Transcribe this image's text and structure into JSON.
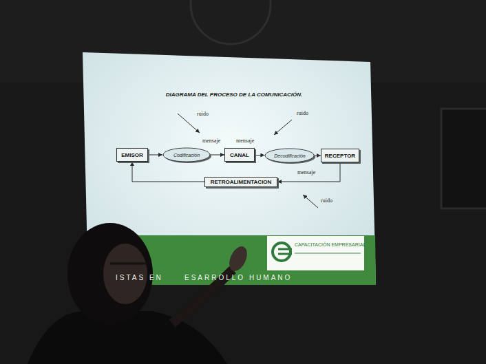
{
  "diagram": {
    "title": "DIAGRAMA DEL PROCESO DE LA COMUNICACIÓN.",
    "nodes": [
      {
        "text": [
          "EMISOR"
        ]
      },
      {
        "text": [
          "Codificación"
        ]
      },
      {
        "text": [
          "CANAL"
        ]
      },
      {
        "text": [
          "Decodificación"
        ]
      },
      {
        "text": [
          "RECEPTOR"
        ]
      },
      {
        "text": [
          "RETROALIMENTACION"
        ]
      }
    ],
    "edges": [
      {
        "from": 0,
        "to": 1,
        "arrow": "to"
      },
      {
        "from": 1,
        "to": 2,
        "arrow": "to"
      },
      {
        "from": 2,
        "to": 3,
        "arrow": "to"
      },
      {
        "from": 3,
        "to": 4,
        "arrow": "to"
      },
      {
        "from": 4,
        "to": 5,
        "arrow": "to"
      },
      {
        "from": 5,
        "to": 0,
        "arrow": "to"
      }
    ],
    "labels": [
      "ruido",
      "ruido",
      "mensaje",
      "mensaje",
      "mensaje",
      "ruido",
      "ISTAS EN",
      "ESARROLLO HUMANO",
      "CAPACITACIÓN EMPRESARIAL"
    ]
  }
}
